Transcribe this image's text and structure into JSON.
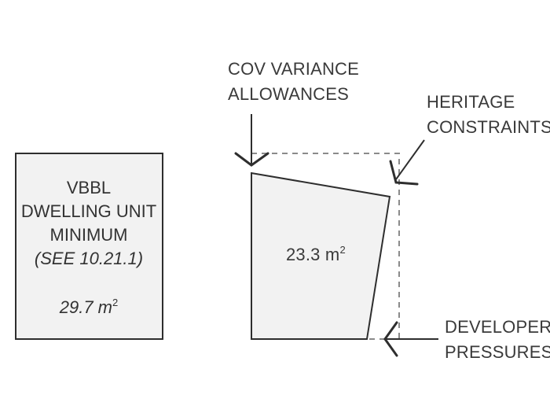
{
  "vbbl_box": {
    "line1": "VBBL",
    "line2": "DWELLING UNIT",
    "line3": "MINIMUM",
    "line4": "(SEE 10.21.1)",
    "area_value": "29.7 m",
    "area_exp": "2"
  },
  "unit_shape": {
    "area_value": "23.3 m",
    "area_exp": "2"
  },
  "labels": {
    "cov": [
      "COV VARIANCE",
      "ALLOWANCES"
    ],
    "heritage": [
      "HERITAGE",
      "CONSTRAINTS"
    ],
    "developer": [
      "DEVELOPER",
      "PRESSURES"
    ]
  },
  "colors": {
    "fill": "#f2f2f2",
    "stroke": "#2e2e2e",
    "dashed": "#8a8a8a"
  }
}
